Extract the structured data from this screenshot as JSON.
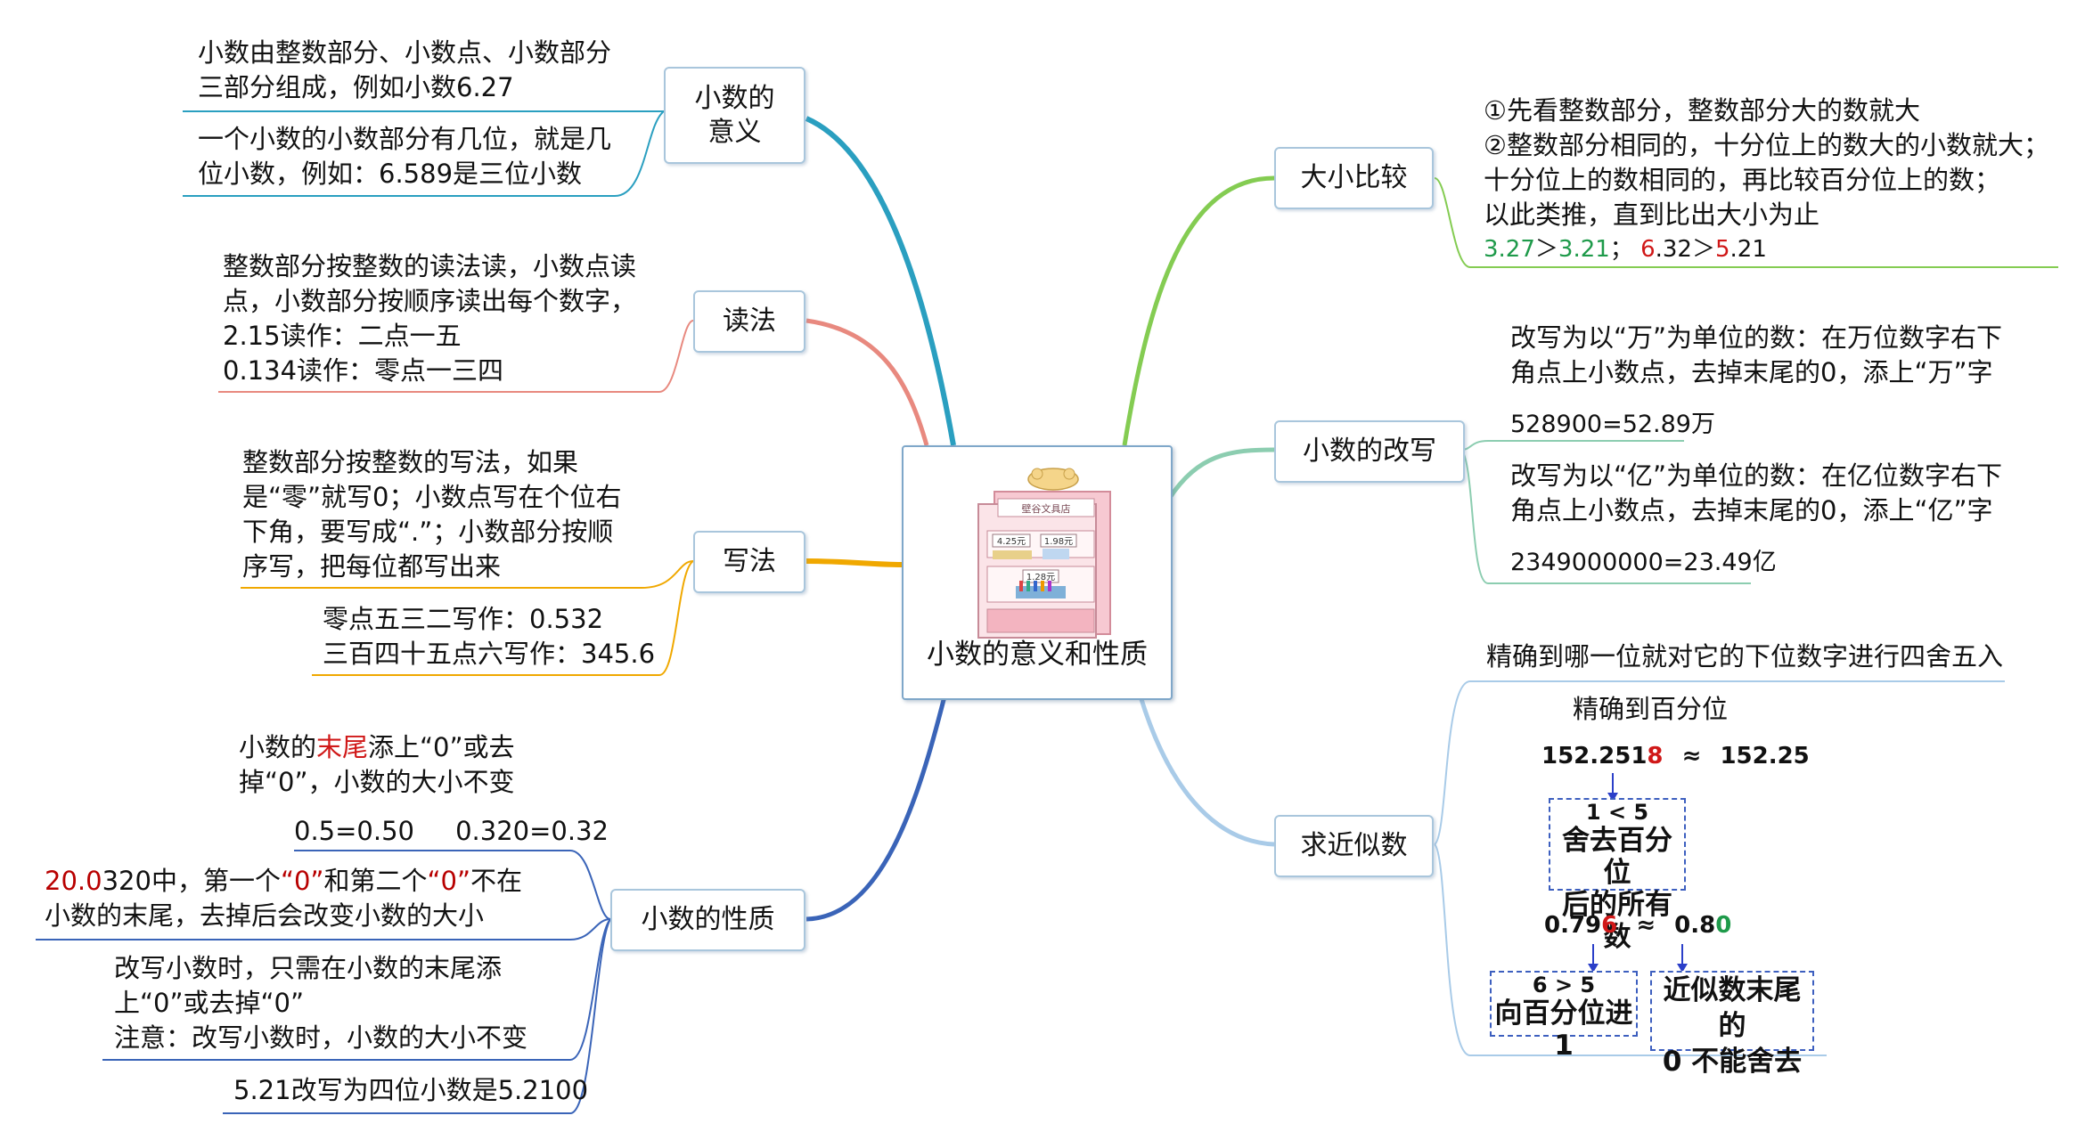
{
  "center": {
    "title": "小数的意义和性质",
    "illustration_caption": "壁谷文具店",
    "prices": [
      "4.25元",
      "1.98元",
      "1.28元"
    ]
  },
  "meaning": {
    "label_l1": "小数的",
    "label_l2": "意义",
    "note1_l1": "小数由整数部分、小数点、小数部分",
    "note1_l2": "三部分组成，例如小数6.27",
    "note2_l1": "一个小数的小数部分有几位，就是几",
    "note2_l2": "位小数，例如：6.589是三位小数"
  },
  "reading": {
    "label": "读法",
    "l1": "整数部分按整数的读法读，小数点读",
    "l2": "点，小数部分按顺序读出每个数字，",
    "l3": "2.15读作：二点一五",
    "l4": "0.134读作：零点一三四"
  },
  "writing": {
    "label": "写法",
    "l1": " 整数部分按整数的写法，如果",
    "l2": "是“零”就写0；小数点写在个位右",
    "l3": "下角，要写成“.”；小数部分按顺",
    "l4": "序写，把每位都写出来",
    "ex1": "零点五三二写作：0.532",
    "ex2": "三百四十五点六写作：345.6"
  },
  "property": {
    "label": "小数的性质",
    "a_pre": "小数的",
    "a_red": "末尾",
    "a_post": "添上“0”或去",
    "a_l2": "掉“0”，小数的大小不变",
    "b": "0.5=0.50     0.320=0.32",
    "c_num_red1": "20.0",
    "c_num_rest": "320",
    "c_pre": "中，第一个",
    "c_q1": "“0”",
    "c_mid": "和第二个",
    "c_q2": "“0”",
    "c_post": "不在",
    "c_l2": "小数的末尾，去掉后会改变小数的大小",
    "d_l1": "改写小数时，只需在小数的末尾添",
    "d_l2": "上“0”或去掉“0”",
    "d_l3": "注意：改写小数时，小数的大小不变",
    "e": "5.21改写为四位小数是5.2100"
  },
  "compare": {
    "label": "大小比较",
    "l1": "①先看整数部分，整数部分大的数就大",
    "l2": "②整数部分相同的，十分位上的数大的小数就大；",
    "l3": "十分位上的数相同的，再比较百分位上的数；",
    "l4": "以此类推，直到比出大小为止",
    "ex_a_green": "3.27",
    "ex_gt1": "＞",
    "ex_b_green": "3.21",
    "ex_sep": "；",
    "ex_c_red": "6",
    "ex_c_rest": ".32",
    "ex_gt2": "＞",
    "ex_d_red": "5",
    "ex_d_rest": ".21"
  },
  "rewrite": {
    "label": "小数的改写",
    "w_l1": "改写为以“万”为单位的数：在万位数字右下",
    "w_l2": "角点上小数点，去掉末尾的0，添上“万”字",
    "w_ex": "528900=52.89万",
    "y_l1": "改写为以“亿”为单位的数：在亿位数字右下",
    "y_l2": "角点上小数点，去掉末尾的0，添上“亿”字",
    "y_ex": "2349000000=23.49亿"
  },
  "approx": {
    "label": "求近似数",
    "rule": "精确到哪一位就对它的下位数字进行四舍五入",
    "heading": "精确到百分位",
    "ex1_pre": "152.251",
    "ex1_red": "8",
    "ex1_approx": "≈",
    "ex1_result": "152.25",
    "box1_l1": "1 < 5",
    "box1_l2": "舍去百分位",
    "box1_l3": "后的所有数",
    "ex2_pre": "0.79",
    "ex2_red": "6",
    "ex2_approx": "≈",
    "ex2_res_pre": "0.8",
    "ex2_res_green": "0",
    "box2_l1": "6 > 5",
    "box2_l2": "向百分位进1",
    "box3_l1": "近似数末尾的",
    "box3_l2": "0 不能舍去"
  },
  "colors": {
    "meaning": "#2a9fc0",
    "reading": "#e8897f",
    "writing": "#f0a800",
    "property": "#3a64b8",
    "compare": "#84cc52",
    "rewrite": "#8ccdb0",
    "approx": "#a9cbe8",
    "red": "#d01818",
    "green": "#1e9a4a"
  }
}
